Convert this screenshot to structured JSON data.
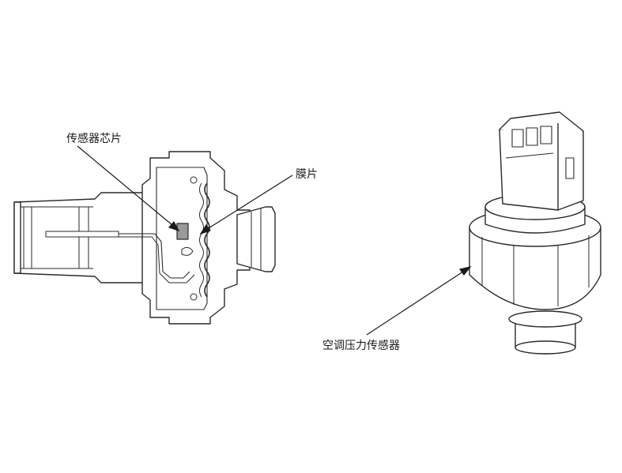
{
  "labels": {
    "sensor_chip": "传感器芯片",
    "membrane": "膜片",
    "ac_pressure_sensor": "空调压力传感器"
  },
  "colors": {
    "line": "#2a2a2a",
    "fill": "#ffffff",
    "chip": "#9a9a9a"
  }
}
